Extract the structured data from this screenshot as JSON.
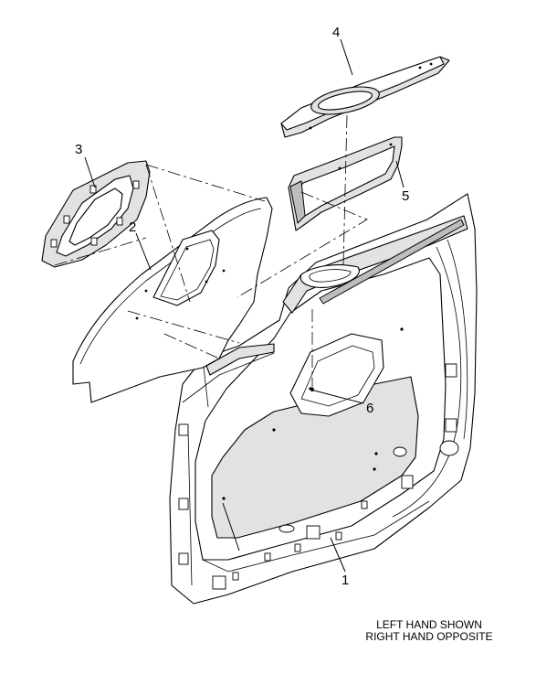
{
  "callouts": {
    "c1": "1",
    "c2": "2",
    "c3": "3",
    "c4": "4",
    "c5": "5",
    "c6": "6"
  },
  "note": {
    "line1": "LEFT HAND SHOWN",
    "line2": "RIGHT HAND OPPOSITE"
  }
}
